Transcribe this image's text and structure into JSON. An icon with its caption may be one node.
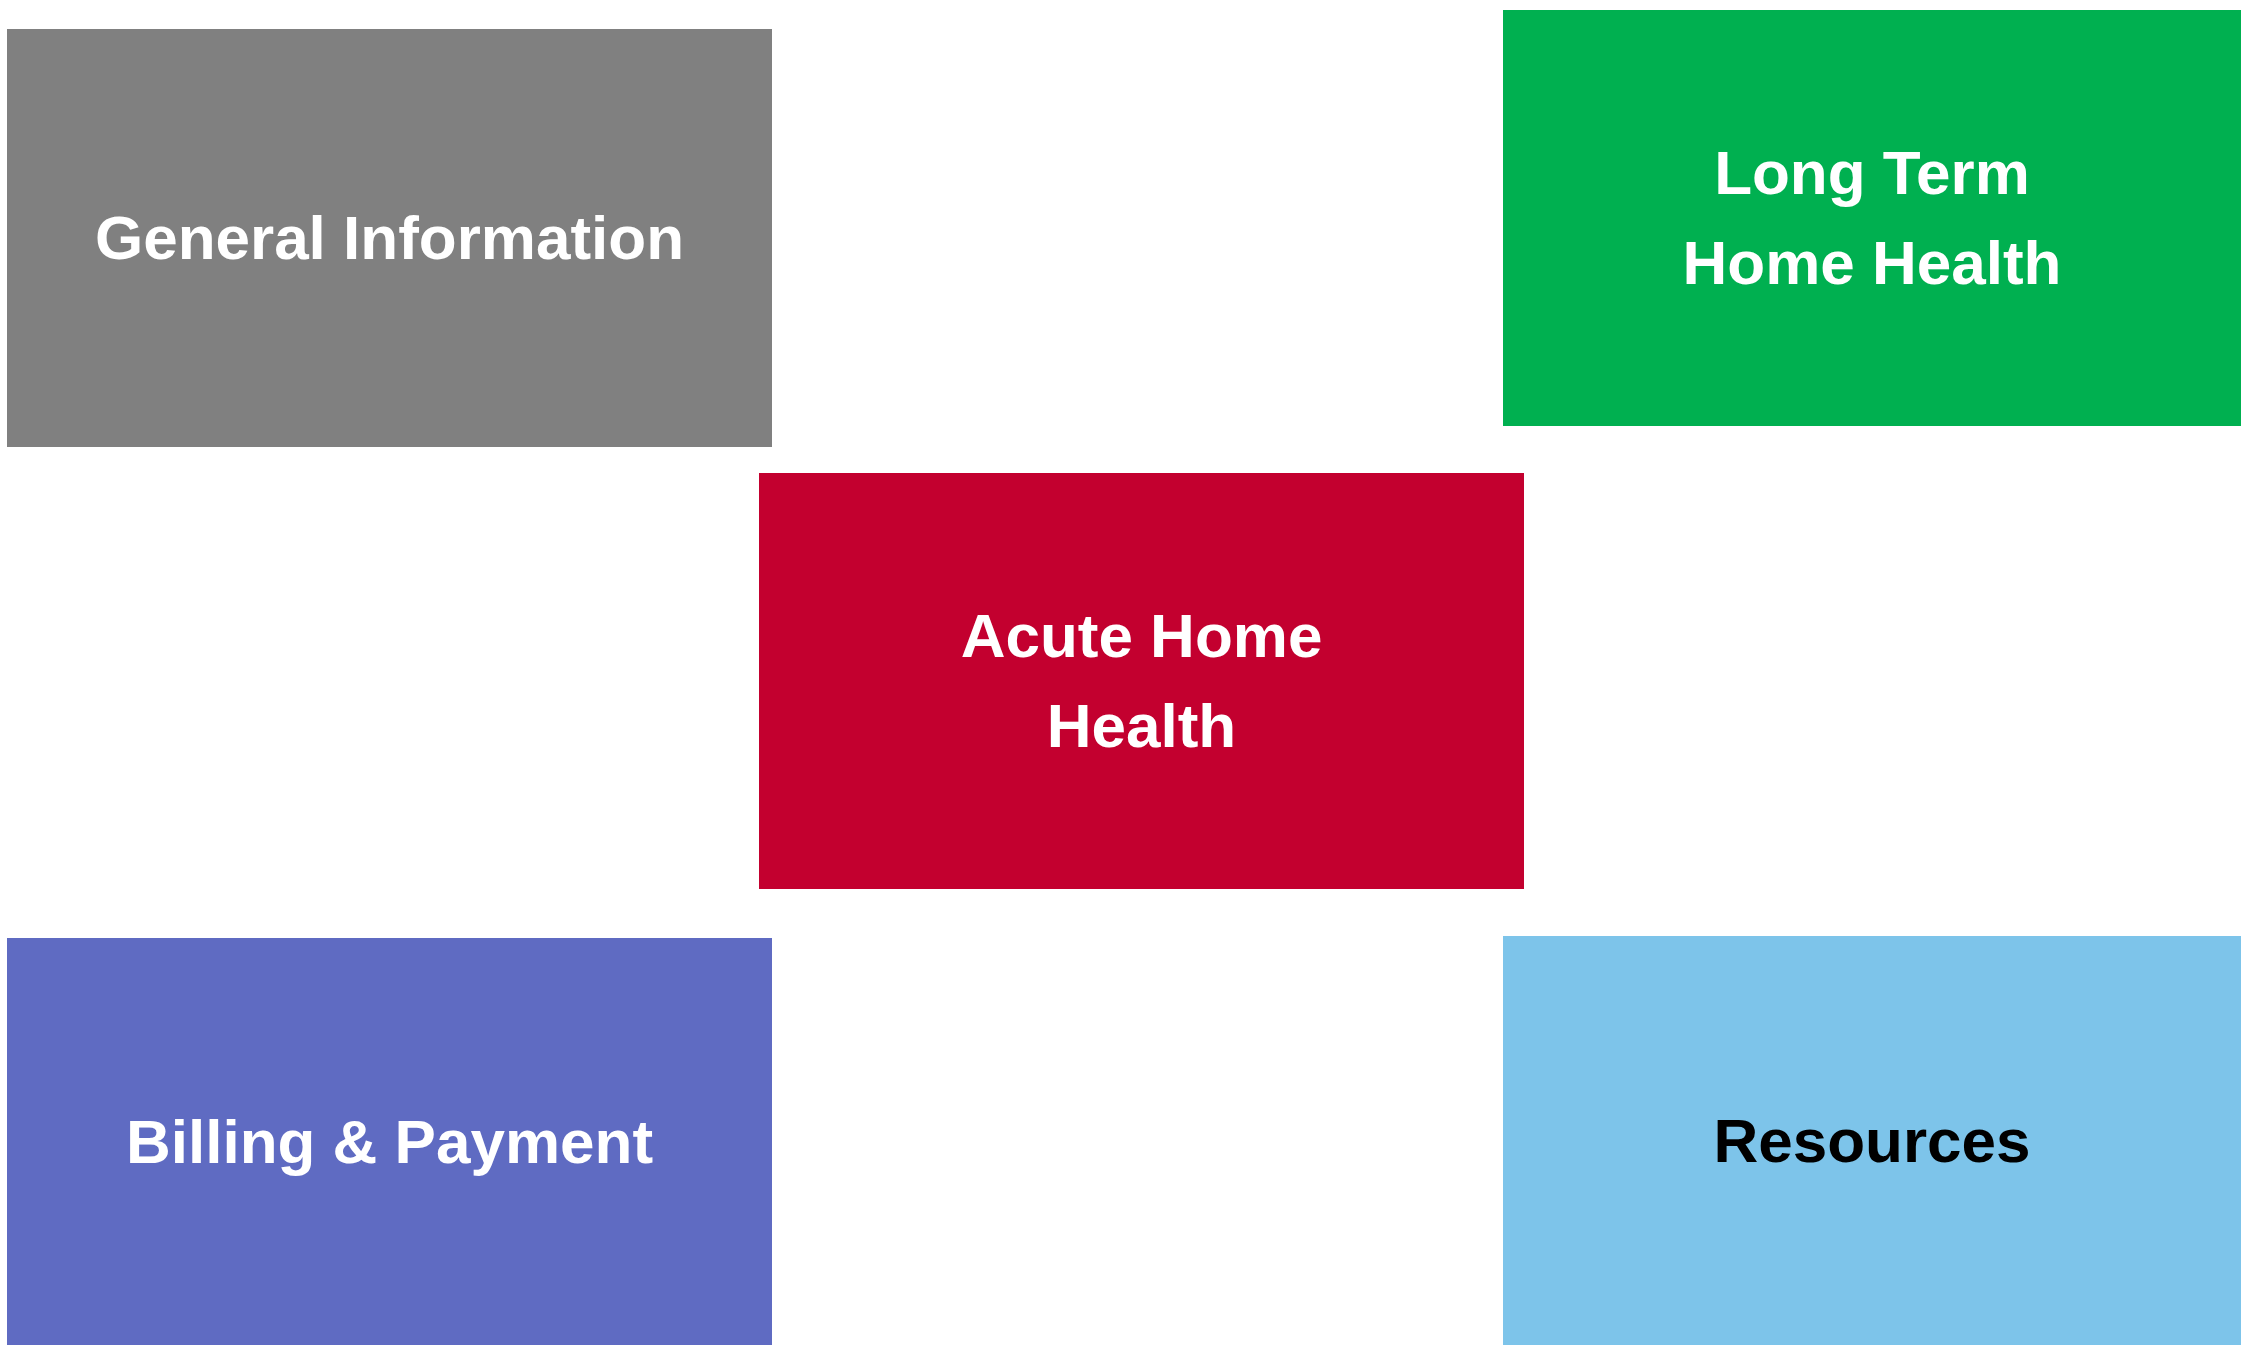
{
  "diagram": {
    "nodes": [
      {
        "text": [
          "General Information"
        ]
      },
      {
        "text": [
          "Long Term Home Health"
        ]
      },
      {
        "text": [
          "Acute Home Health"
        ]
      },
      {
        "text": [
          "Billing & Payment"
        ]
      },
      {
        "text": [
          "Resources"
        ]
      }
    ]
  }
}
